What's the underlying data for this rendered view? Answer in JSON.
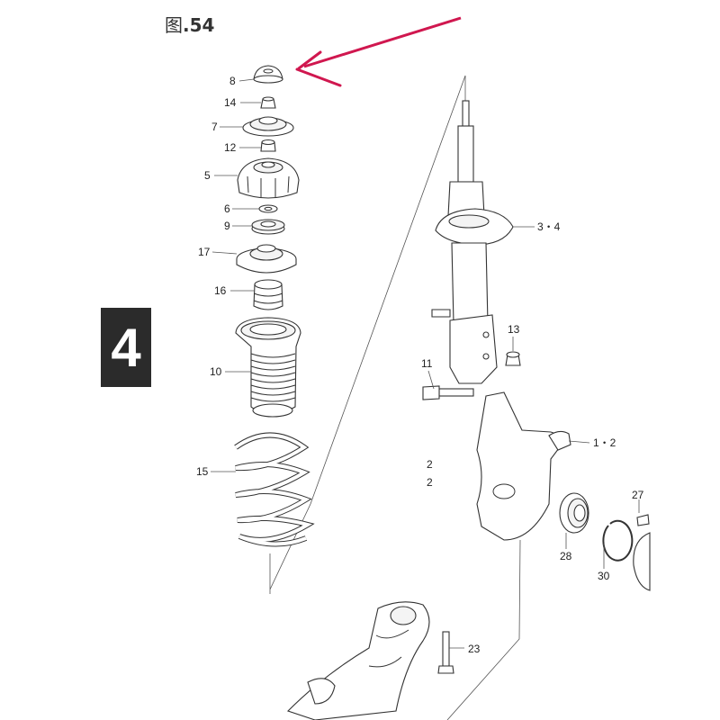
{
  "figure": {
    "prefix": "图",
    "number": ".54"
  },
  "section_badge": "4",
  "callouts": {
    "p8": "8",
    "p14": "14",
    "p7": "7",
    "p12": "12",
    "p5": "5",
    "p6": "6",
    "p9": "9",
    "p17": "17",
    "p16": "16",
    "p10": "10",
    "p15": "15",
    "p3_4": "3・4",
    "p13": "13",
    "p11": "11",
    "p1_2": "1・2",
    "p28": "28",
    "p30": "30",
    "p27": "27",
    "p23": "23",
    "p2a": "2",
    "p2b": "2"
  },
  "colors": {
    "arrow": "#d0174f",
    "badge": "#2b2b2b",
    "line": "#333333"
  }
}
